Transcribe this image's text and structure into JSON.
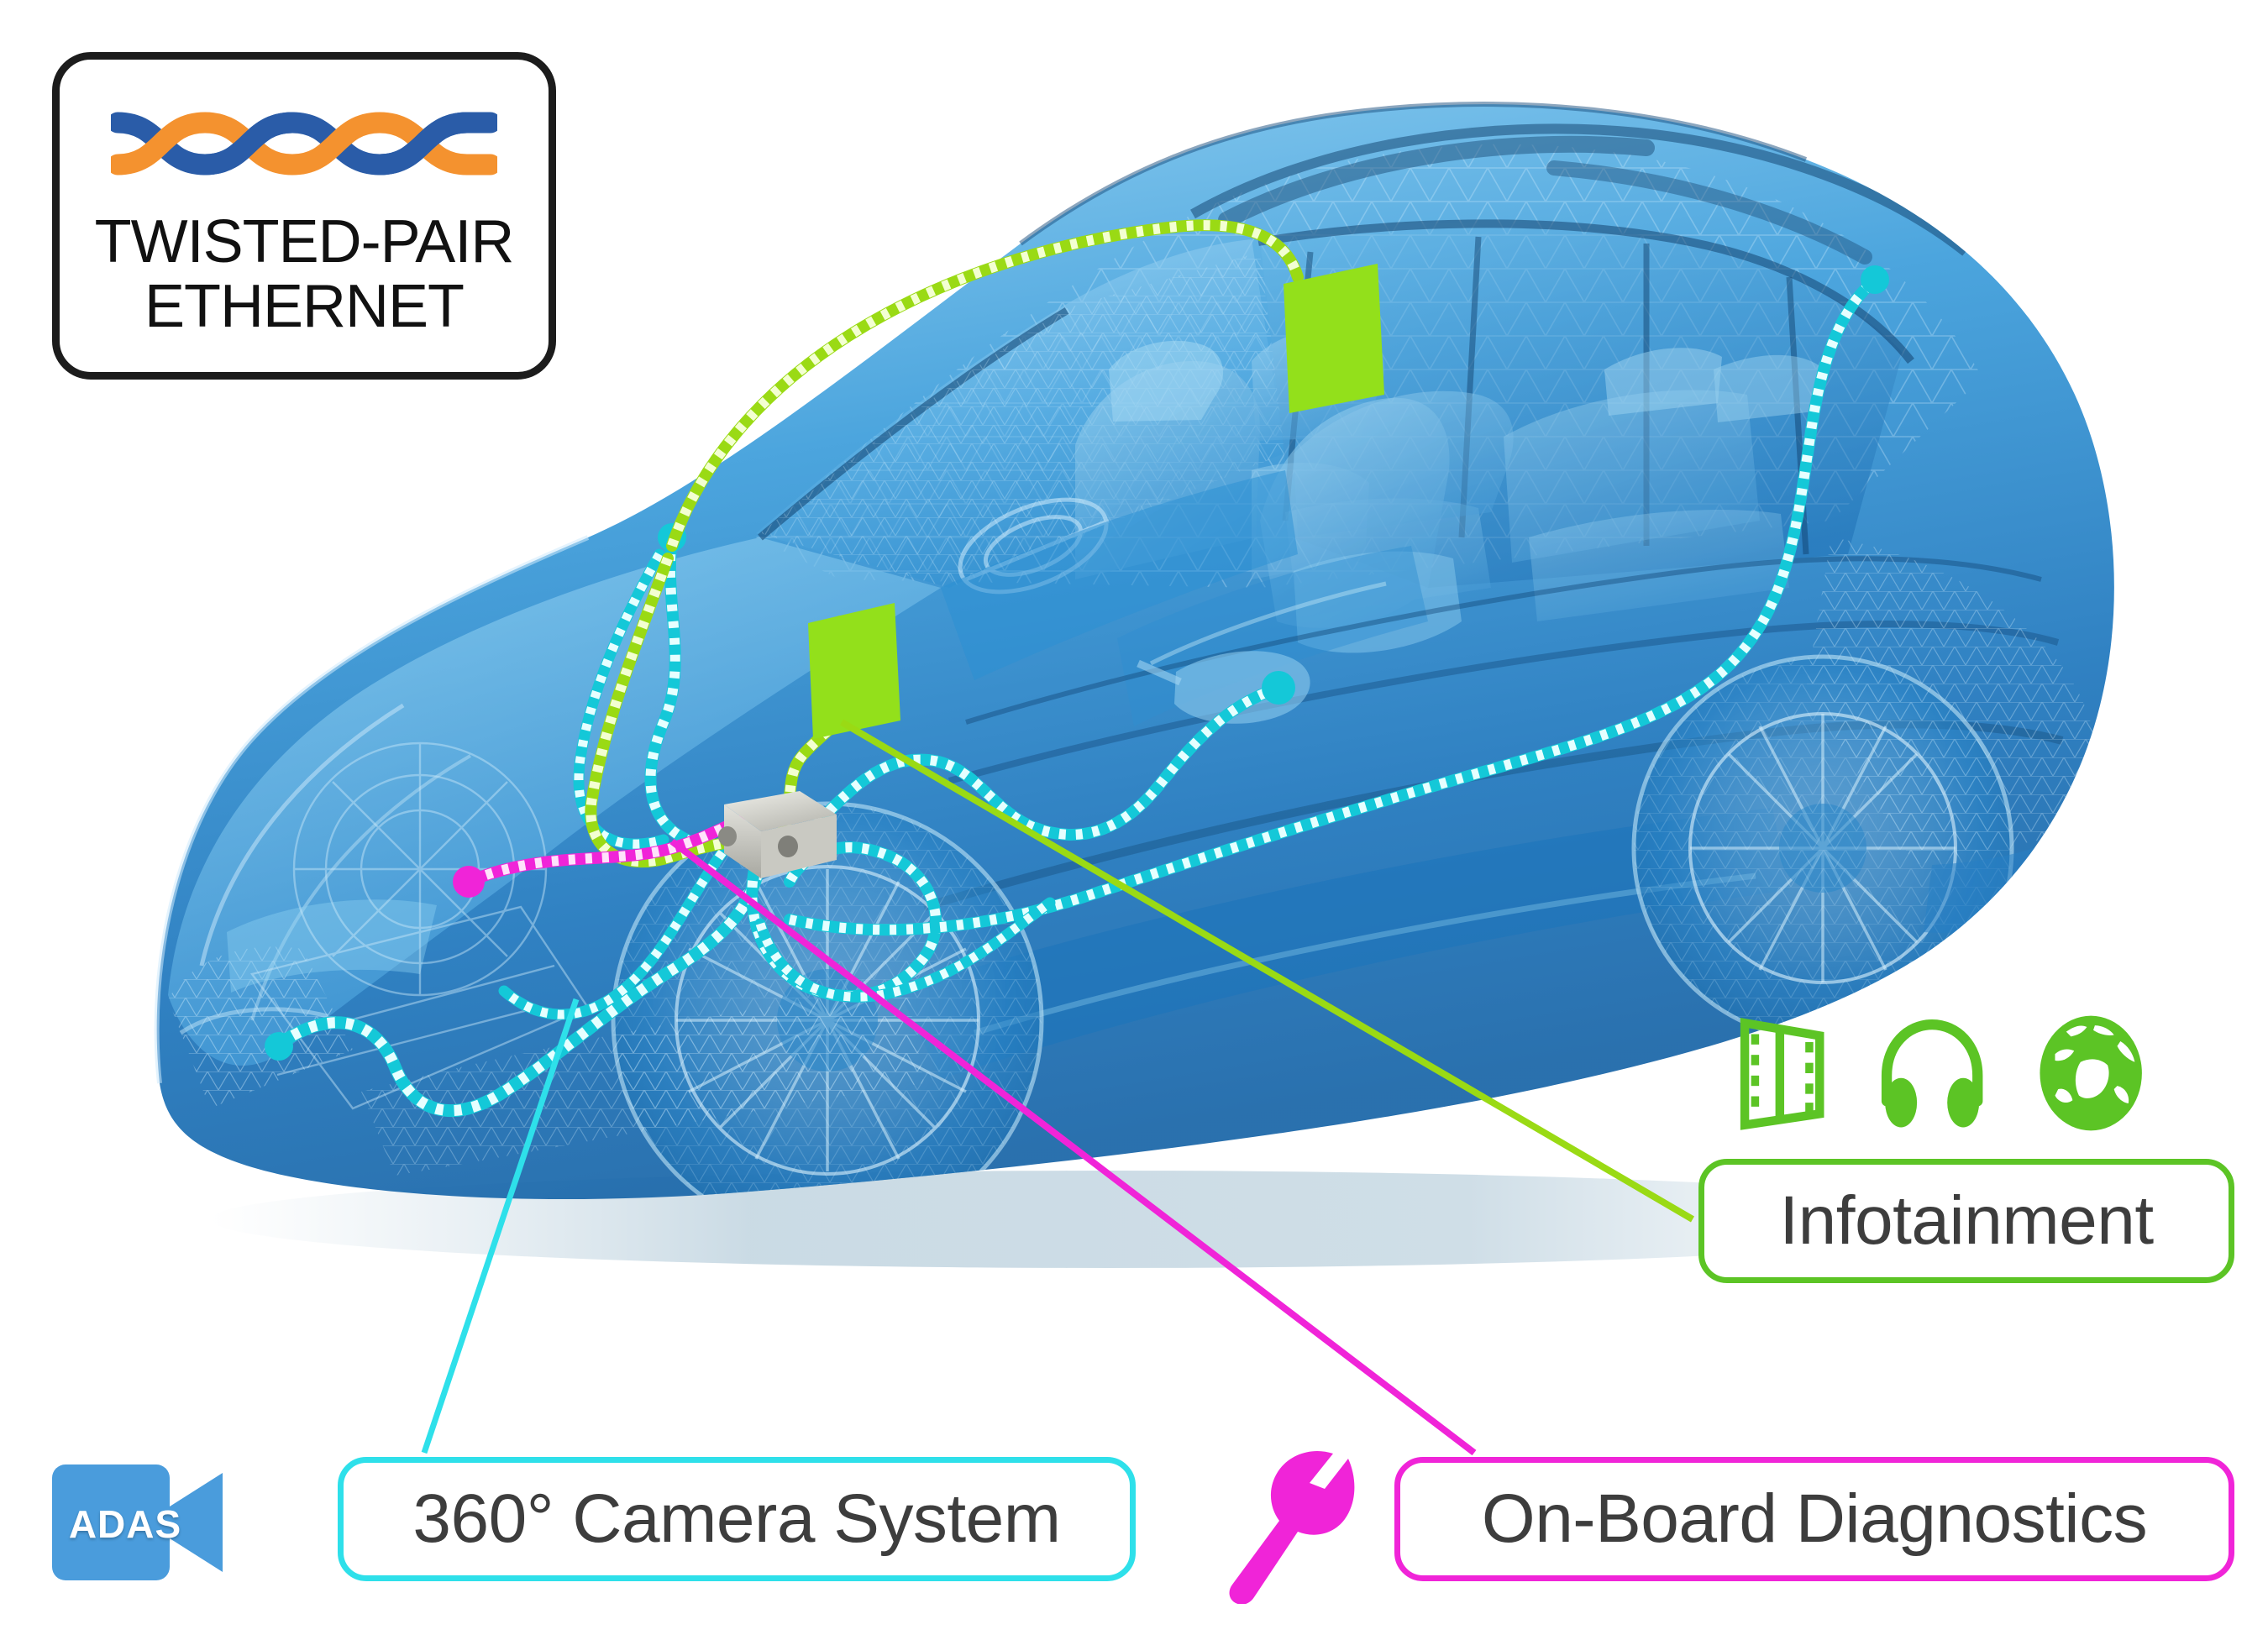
{
  "badge": {
    "line1": "TWISTED-PAIR",
    "line2": "ETHERNET",
    "icon": "twisted-pair-cable-icon",
    "wire_colors": [
      "#2a5ca8",
      "#f4922f"
    ],
    "border_color": "#1c1c1c"
  },
  "vehicle": {
    "description": "x-ray-suv-illustration",
    "body_color": "#2a8fd4",
    "wireframe_color": "#bfe4f7"
  },
  "callouts": [
    {
      "id": "camera",
      "label": "360° Camera System",
      "accent": "#2ee0ea",
      "icon": "adas-camera-icon",
      "icon_label": "ADAS",
      "icon_color": "#4a9cdc"
    },
    {
      "id": "obd",
      "label": "On-Board Diagnostics",
      "accent": "#f024d8",
      "icon": "wrench-icon",
      "icon_color": "#f024d8"
    },
    {
      "id": "infotainment",
      "label": "Infotainment",
      "accent": "#5cc425",
      "icons": [
        "film-strip-icon",
        "headphones-icon",
        "globe-icon"
      ],
      "icon_color": "#5cc425"
    }
  ],
  "network": {
    "gateway": {
      "name": "central-gateway-module",
      "color": "#cfcfcb"
    },
    "cable_types": [
      {
        "name": "camera-cable",
        "color": "#2ee0ea",
        "label": "360° Camera System"
      },
      {
        "name": "infotainment-cable",
        "color": "#b6e613",
        "label": "Infotainment"
      },
      {
        "name": "diagnostics-cable",
        "color": "#f024d8",
        "label": "On-Board Diagnostics"
      }
    ],
    "displays": [
      {
        "name": "front-infotainment-display",
        "color": "#93e01b"
      },
      {
        "name": "rear-seat-display",
        "color": "#93e01b"
      }
    ],
    "endpoints": [
      {
        "name": "front-camera-endpoint",
        "color": "#2ee0ea"
      },
      {
        "name": "side-mirror-camera-endpoint",
        "color": "#2ee0ea"
      },
      {
        "name": "rear-camera-endpoint",
        "color": "#2ee0ea"
      },
      {
        "name": "a-pillar-camera-endpoint",
        "color": "#2ee0ea"
      },
      {
        "name": "obd-port-endpoint",
        "color": "#f024d8"
      }
    ]
  }
}
